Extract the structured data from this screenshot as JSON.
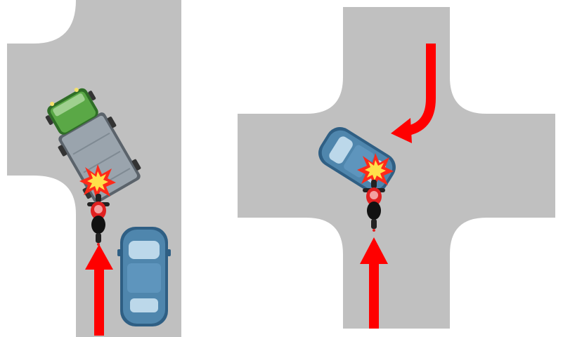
{
  "colors": {
    "road": "#c0c0c0",
    "background": "#ffffff",
    "arrow": "#ff0000",
    "motorcycle_body": "#e02020",
    "truck_cab": "#4a9a3a",
    "truck_bed": "#8f9aa3",
    "car_body": "#4f86ad",
    "crash_burst": "#ff2a1a",
    "crash_core": "#ffe14a"
  },
  "scenes": [
    {
      "name": "left-scene",
      "layout": "side-road-junction",
      "vehicles": [
        "truck",
        "motorcycle",
        "car"
      ],
      "arrow": "up",
      "crash": "motorcycle-into-truck"
    },
    {
      "name": "right-scene",
      "layout": "crossroads",
      "vehicles": [
        "car",
        "motorcycle"
      ],
      "arrows": [
        "up",
        "curved-down-left"
      ],
      "crash": "motorcycle-into-car"
    }
  ]
}
